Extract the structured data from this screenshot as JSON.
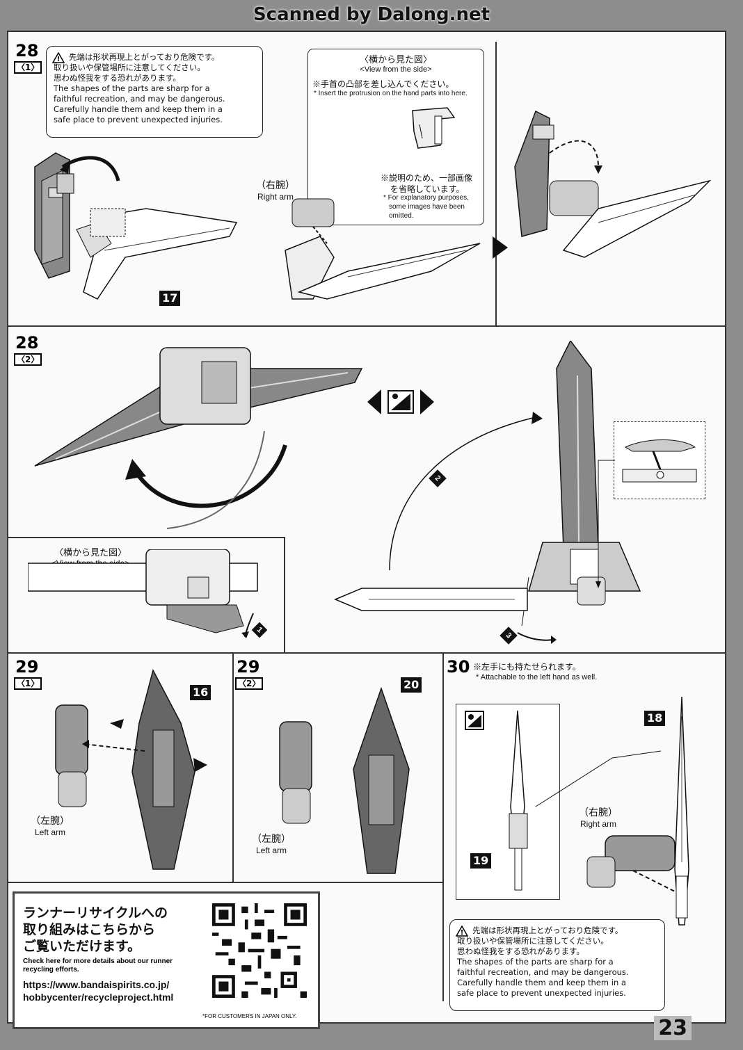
{
  "watermark": "Scanned by Dalong.net",
  "page_number": "23",
  "step28": {
    "number": "28",
    "sub1": "〈1〉",
    "sub2": "〈2〉",
    "warning_jp": [
      "先端は形状再現上とがっており危険です。",
      "取り扱いや保管場所に注意してください。",
      "思わぬ怪我をする恐れがあります。"
    ],
    "warning_en": [
      "The shapes of the parts are sharp for a",
      "faithful recreation, and may be dangerous.",
      "Carefully handle them and keep them in a",
      "safe place to prevent unexpected injuries."
    ],
    "side_view_jp": "〈横から見た図〉",
    "side_view_en": "<View from the side>",
    "insert_jp": "※手首の凸部を差し込んでください。",
    "insert_en": "* Insert the protrusion on the hand parts into here.",
    "omit_jp": [
      "※説明のため、一部画像",
      "を省略しています。"
    ],
    "omit_en": [
      "* For explanatory purposes,",
      "some images have been",
      "omitted."
    ],
    "right_arm_jp": "（右腕）",
    "right_arm_en": "Right arm",
    "part17": "17",
    "side_view2_jp": "〈横から見た図〉",
    "side_view2_en": "<View from the side>",
    "arrow1": "1",
    "arrow2": "2",
    "arrow3": "3"
  },
  "step29": {
    "number": "29",
    "sub1": "〈1〉",
    "sub2": "〈2〉",
    "part16": "16",
    "part20": "20",
    "left_arm_jp": "（左腕）",
    "left_arm_en": "Left arm"
  },
  "step30": {
    "number": "30",
    "note_jp": "※左手にも持たせられます。",
    "note_en": "* Attachable to the left hand as well.",
    "part18": "18",
    "part19": "19",
    "right_arm_jp": "（右腕）",
    "right_arm_en": "Right arm",
    "warning_jp": [
      "先端は形状再現上とがっており危険です。",
      "取り扱いや保管場所に注意してください。",
      "思わぬ怪我をする恐れがあります。"
    ],
    "warning_en": [
      "The shapes of the parts are sharp for a",
      "faithful recreation, and may be dangerous.",
      "Carefully handle them and keep them in a",
      "safe place to prevent unexpected injuries."
    ]
  },
  "recycle": {
    "title_jp": [
      "ランナーリサイクルへの",
      "取り組みはこちらから",
      "ご覧いただけます。"
    ],
    "desc_en": [
      "Check here for more details about our runner",
      "recycling efforts."
    ],
    "url": [
      "https://www.bandaispirits.co.jp/",
      "hobbycenter/recycleproject.html"
    ],
    "japan_only": "*FOR CUSTOMERS IN JAPAN ONLY."
  }
}
